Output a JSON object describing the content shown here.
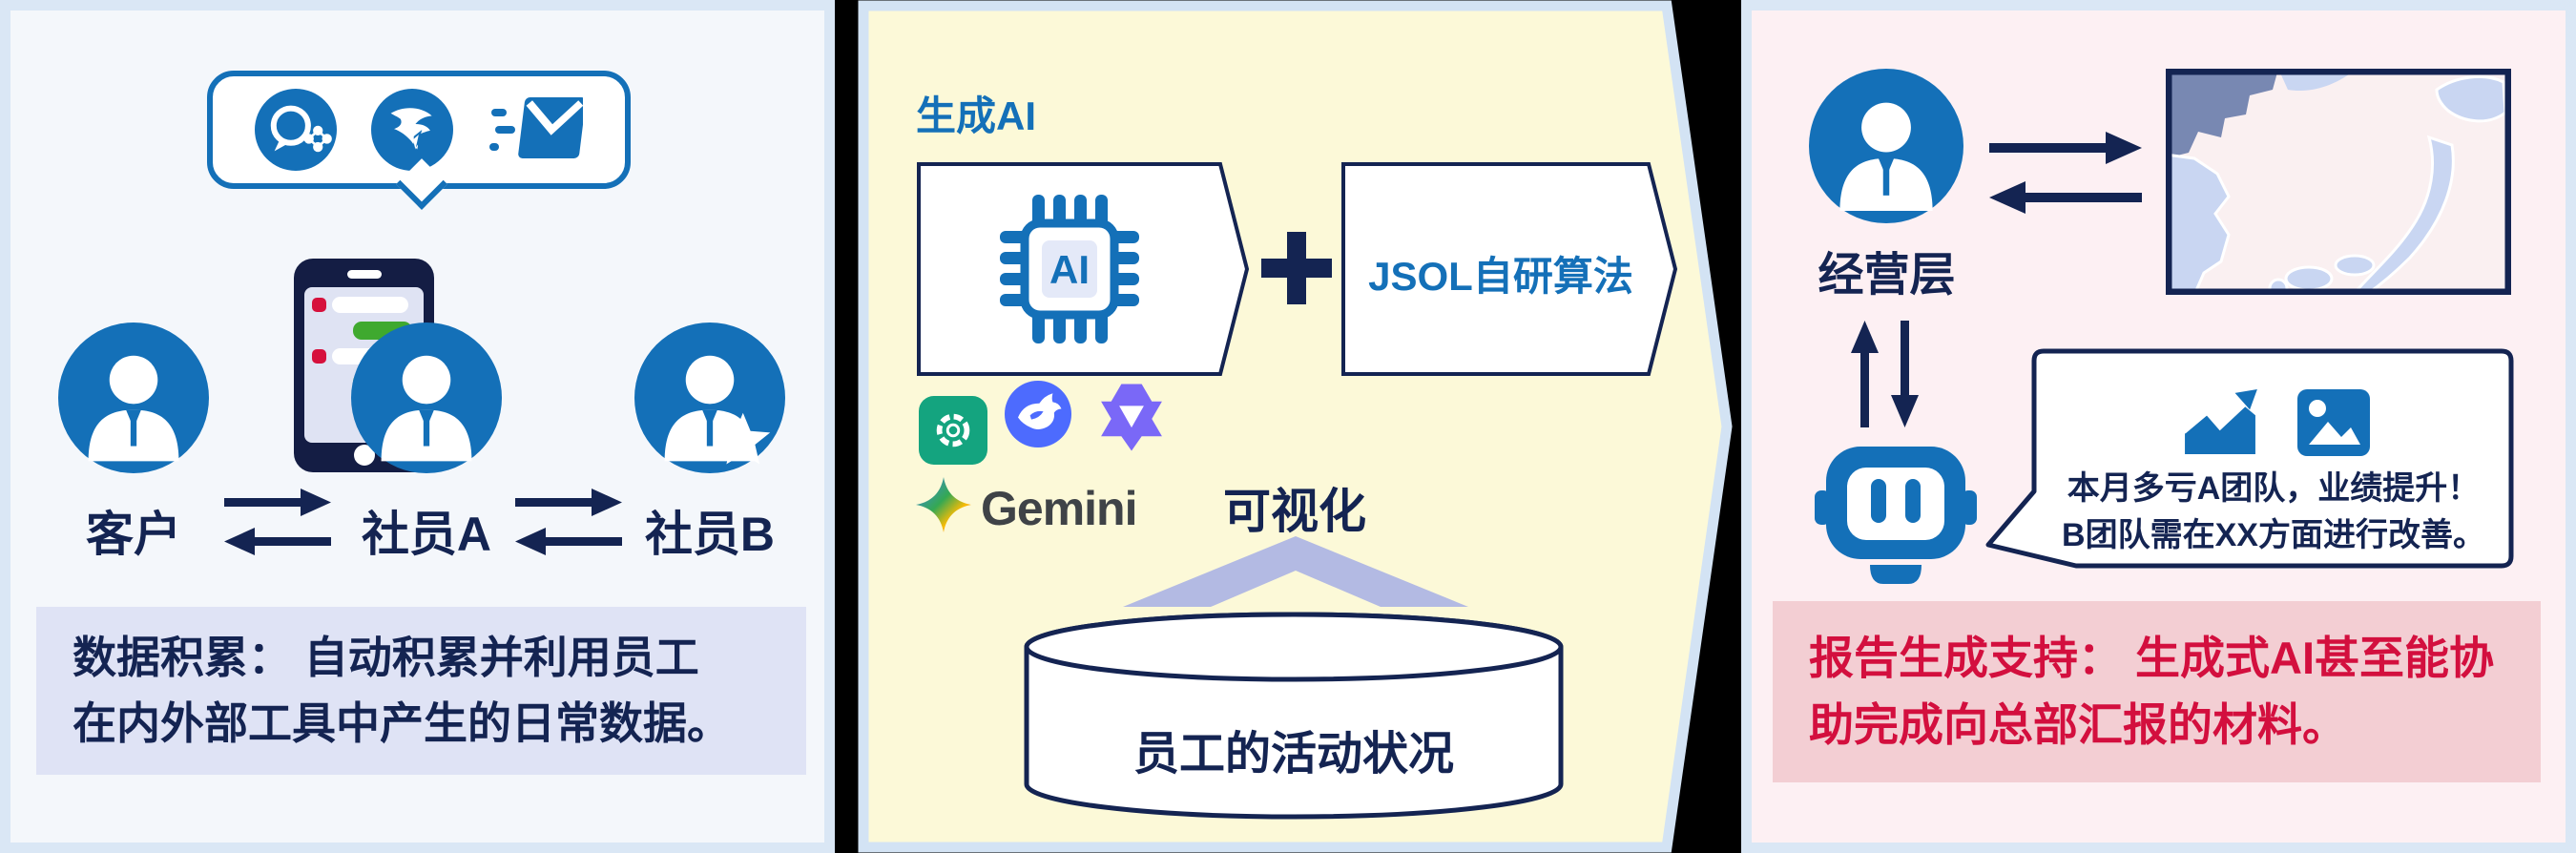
{
  "colors": {
    "accent_blue": "#1470b8",
    "navy": "#142452",
    "panel_border": "#dae7f5",
    "left_panel_bg": "#f4f7fb",
    "middle_panel_bg": "#fcf9d8",
    "right_panel_bg": "#fdf0f3",
    "lavender_caption_bg": "#dfe3f5",
    "red_caption_bg": "#f3ced3",
    "red_caption_text": "#d30f3e",
    "periwinkle_arrow": "#b3bae3",
    "chat_green": "#3fa92f",
    "chat_red": "#d6103c",
    "chatgpt_green": "#14a47f",
    "deepseek_blue": "#4d6bfe",
    "qwen_purple": "#7a68f7"
  },
  "left_panel": {
    "tool_icons": [
      "wechat-work-icon",
      "dingtalk-icon",
      "speed-mail-icon"
    ],
    "actors": [
      {
        "label": "客户",
        "icon": "person-icon"
      },
      {
        "label": "社员A",
        "icon": "person-icon"
      },
      {
        "label": "社员B",
        "icon": "person-star-icon"
      }
    ],
    "caption_line1": "数据积累： 自动积累并利用员工",
    "caption_line2": "在内外部工具中产生的日常数据。"
  },
  "middle_panel": {
    "title": "生成AI",
    "chip_label": "AI",
    "algorithm_box_label": "JSOL自研算法",
    "logos": [
      "chatgpt-icon",
      "deepseek-icon",
      "qwen-icon",
      "gemini-icon"
    ],
    "gemini_wordmark": "Gemini",
    "visualization_label": "可视化",
    "database_label": "员工的活动状况"
  },
  "right_panel": {
    "manager_label": "经营层",
    "bubble_icons": [
      "chart-up-icon",
      "image-icon"
    ],
    "bubble_line1": "本月多亏A团队，业绩提升！",
    "bubble_line2": "B团队需在XX方面进行改善。",
    "caption_line1": "报告生成支持： 生成式AI甚至能协",
    "caption_line2": "助完成向总部汇报的材料。"
  }
}
